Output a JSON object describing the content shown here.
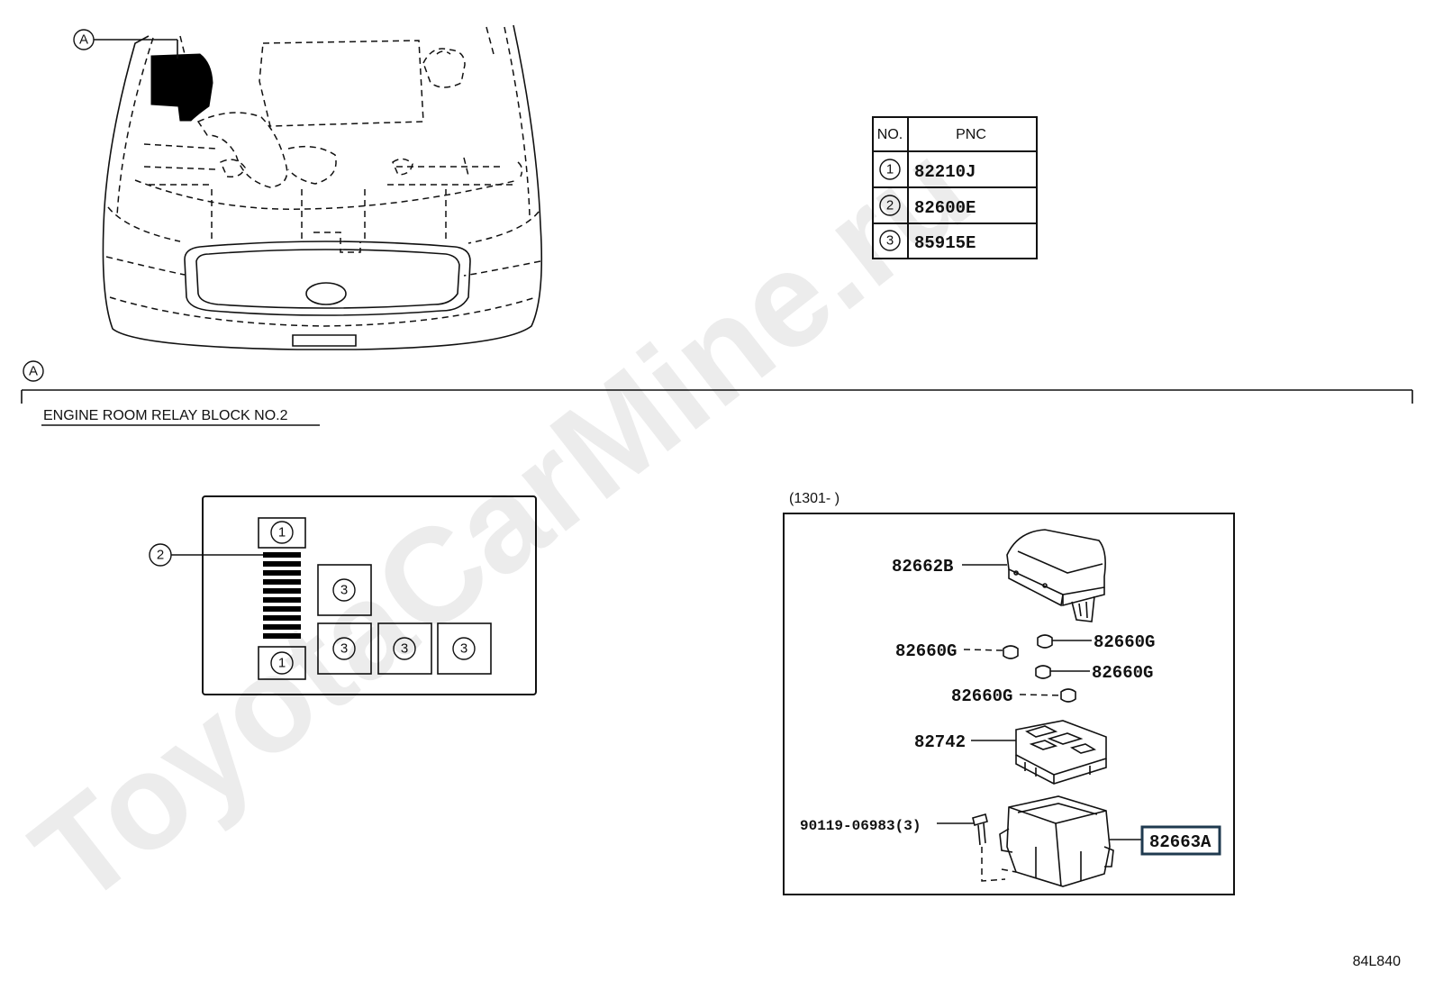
{
  "callouts": {
    "view_marker": "A",
    "section_marker": "A",
    "one": "1",
    "two": "2",
    "three": "3"
  },
  "section_title": "ENGINE ROOM RELAY BLOCK NO.2",
  "pnc_table": {
    "header_no": "NO.",
    "header_pnc": "PNC",
    "rows": [
      {
        "no": "1",
        "pnc": "82210J"
      },
      {
        "no": "2",
        "pnc": "82600E"
      },
      {
        "no": "3",
        "pnc": "85915E"
      }
    ]
  },
  "detail": {
    "date_range": "(1301-      )",
    "parts": {
      "cover": "82662B",
      "clip_a": "82660G",
      "clip_b": "82660G",
      "clip_c": "82660G",
      "clip_d": "82660G",
      "block": "82742",
      "bolt": "90119-06983(3)",
      "case": "82663A"
    }
  },
  "diagram_id": "84L840",
  "watermark": "ToyotaCarMine.ru"
}
